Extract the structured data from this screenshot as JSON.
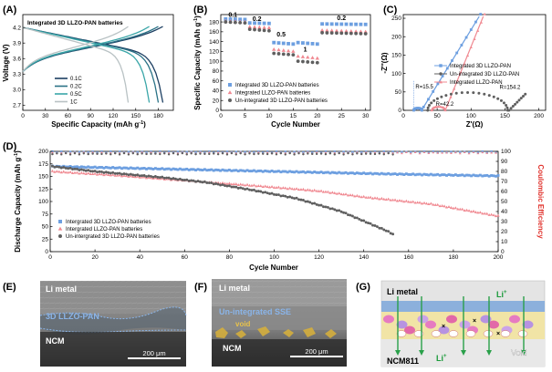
{
  "colors": {
    "blue": "#6d9fe0",
    "pink": "#f08a92",
    "gray": "#5f5f5f",
    "red": "#e0302a",
    "teal1": "#1c3f62",
    "teal2": "#2a7286",
    "teal3": "#3aa6a8",
    "teal4": "#b9c2c4"
  },
  "chart_data": [
    {
      "id": "A",
      "type": "line",
      "panel_label": "(A)",
      "title": "Integrated 3D LLZO-PAN batteries",
      "xlabel": "Specific Capacity (mAh g",
      "xlabel_sup": "-1",
      "xlabel_end": ")",
      "ylabel": "Voltage (V)",
      "xlim": [
        0,
        200
      ],
      "ylim": [
        2.6,
        4.45
      ],
      "xticks": [
        "0",
        "30",
        "60",
        "90",
        "120",
        "150",
        "180"
      ],
      "yticks": [
        "2.7",
        "3.0",
        "3.3",
        "3.6",
        "3.9",
        "4.2"
      ],
      "series": [
        {
          "name": "0.1C",
          "color": "#1c3f62",
          "cap": 186
        },
        {
          "name": "0.2C",
          "color": "#2a7286",
          "cap": 180
        },
        {
          "name": "0.5C",
          "color": "#3aa6a8",
          "cap": 168
        },
        {
          "name": "1C",
          "color": "#b9c2c4",
          "cap": 140
        }
      ]
    },
    {
      "id": "B",
      "type": "scatter",
      "panel_label": "(B)",
      "xlabel": "Cycle Number",
      "ylabel": "Specific Capacity (mAh g",
      "ylabel_sup": "-1",
      "ylabel_end": ")",
      "xlim": [
        0,
        31
      ],
      "ylim": [
        0,
        195
      ],
      "xticks": [
        "0",
        "5",
        "10",
        "15",
        "20",
        "25",
        "30"
      ],
      "yticks": [
        "0",
        "20",
        "40",
        "60",
        "80",
        "100",
        "120",
        "140",
        "160",
        "180"
      ],
      "rate_labels": [
        {
          "text": "0.1",
          "x": 2.5,
          "y": 190
        },
        {
          "text": "0.2",
          "x": 7.5,
          "y": 182
        },
        {
          "text": "0.5",
          "x": 12.5,
          "y": 150
        },
        {
          "text": "1",
          "x": 17.5,
          "y": 120
        },
        {
          "text": "0.2",
          "x": 25,
          "y": 184
        }
      ],
      "series": [
        {
          "name": "Integrated 3D LLZO-PAN batteries",
          "color": "#6d9fe0",
          "marker": "square",
          "segments": [
            [
              1,
              5,
              186,
              185
            ],
            [
              6,
              10,
              178,
              177
            ],
            [
              11,
              15,
              138,
              135
            ],
            [
              16,
              20,
              138,
              135
            ],
            [
              21,
              30,
              176,
              175
            ]
          ]
        },
        {
          "name": "Integrated LLZO-PAN batteries",
          "color": "#f08a92",
          "marker": "triangle",
          "segments": [
            [
              1,
              5,
              182,
              180
            ],
            [
              6,
              10,
              170,
              168
            ],
            [
              11,
              15,
              124,
              120
            ],
            [
              16,
              20,
              110,
              106
            ],
            [
              21,
              30,
              163,
              160
            ]
          ]
        },
        {
          "name": "Un-integrated 3D LLZO-PAN batteries",
          "color": "#5f5f5f",
          "marker": "circle",
          "segments": [
            [
              1,
              5,
              180,
              178
            ],
            [
              6,
              10,
              165,
              162
            ],
            [
              11,
              15,
              116,
              113
            ],
            [
              16,
              20,
              100,
              97
            ],
            [
              21,
              30,
              158,
              156
            ]
          ]
        }
      ]
    },
    {
      "id": "C",
      "type": "scatter",
      "panel_label": "(C)",
      "xlabel": "Z'(Ω)",
      "ylabel": "-Z''(Ω)",
      "xlim": [
        0,
        210
      ],
      "ylim": [
        0,
        260
      ],
      "xticks": [
        "0",
        "50",
        "100",
        "150",
        "200"
      ],
      "yticks": [
        "0",
        "50",
        "100",
        "150",
        "200",
        "250"
      ],
      "annotations": {
        "r1": "R=15.5",
        "r2": "R=42.2",
        "r3": "R=154.2"
      },
      "series": [
        {
          "name": "Integrated 3D LLZO-PAN",
          "color": "#6d9fe0",
          "marker": "square"
        },
        {
          "name": "Un-integrated 3D LLZO-PAN",
          "color": "#5f5f5f",
          "marker": "circle"
        },
        {
          "name": "Integrated LLZO-PAN",
          "color": "#f08a92",
          "marker": "triangle"
        }
      ]
    },
    {
      "id": "D",
      "type": "scatter",
      "panel_label": "(D)",
      "xlabel": "Cycle Number",
      "ylabel": "Discharge Capacity (mAh g",
      "ylabel_sup": "-1",
      "ylabel_end": ")",
      "y2label": "Coulombic Efficiency",
      "xlim": [
        0,
        200
      ],
      "ylim": [
        0,
        200
      ],
      "y2lim": [
        0,
        100
      ],
      "xticks": [
        "0",
        "20",
        "40",
        "60",
        "80",
        "100",
        "120",
        "140",
        "160",
        "180",
        "200"
      ],
      "yticks": [
        "0",
        "25",
        "50",
        "75",
        "100",
        "125",
        "150",
        "175",
        "200"
      ],
      "y2ticks": [
        "0",
        "10",
        "20",
        "30",
        "40",
        "50",
        "60",
        "70",
        "80",
        "90",
        "100"
      ],
      "series": [
        {
          "name": "Intergrated 3D LLZO-PAN batteries",
          "color": "#6d9fe0",
          "marker": "square",
          "n": 200,
          "values": [
            [
              1,
              170
            ],
            [
              50,
              165
            ],
            [
              100,
              160
            ],
            [
              150,
              155
            ],
            [
              200,
              151
            ]
          ]
        },
        {
          "name": "Intergrated LLZO-PAN batteries",
          "color": "#f08a92",
          "marker": "triangle",
          "n": 200,
          "values": [
            [
              1,
              160
            ],
            [
              30,
              152
            ],
            [
              60,
              142
            ],
            [
              90,
              132
            ],
            [
              120,
              121
            ],
            [
              140,
              109
            ],
            [
              170,
              95
            ],
            [
              200,
              71
            ]
          ]
        },
        {
          "name": "Un-intergrated 3D LLZO-PAN batteries",
          "color": "#5f5f5f",
          "marker": "circle",
          "n": 153,
          "values": [
            [
              1,
              170
            ],
            [
              20,
              160
            ],
            [
              50,
              148
            ],
            [
              70,
              138
            ],
            [
              90,
              123
            ],
            [
              110,
              106
            ],
            [
              130,
              80
            ],
            [
              150,
              42
            ],
            [
              153,
              35
            ]
          ]
        }
      ],
      "ce_series": [
        {
          "color": "#6d9fe0",
          "value": 99.3
        },
        {
          "color": "#f08a92",
          "value": 98.5
        },
        {
          "color": "#5f5f5f",
          "value": 97.5
        }
      ]
    }
  ],
  "images": {
    "E": {
      "panel_label": "(E)",
      "top": "Li metal",
      "middle": "3D LLZO-PAN",
      "bottom": "NCM",
      "scale": "200 μm"
    },
    "F": {
      "panel_label": "(F)",
      "top": "Li metal",
      "middle": "Un-integrated SSE",
      "void": "void",
      "bottom": "NCM",
      "scale": "200 μm"
    },
    "G": {
      "panel_label": "(G)",
      "top": "Li metal",
      "li1": "Li",
      "li2": "Li",
      "plus": "+",
      "void": "Void",
      "bottom": "NCM811"
    }
  }
}
